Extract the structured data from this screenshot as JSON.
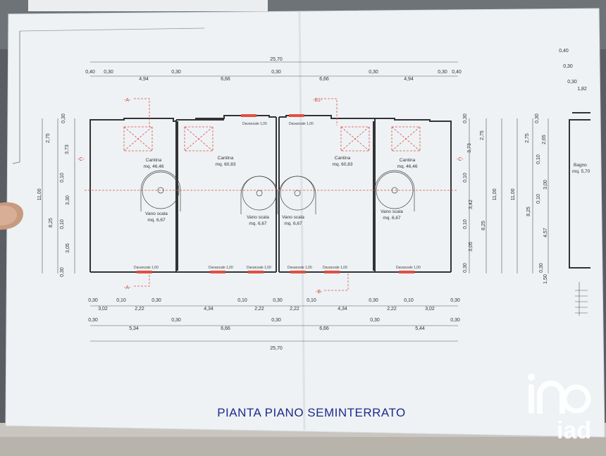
{
  "title": "PIANTA PIANO SEMINTERRATO",
  "watermark": {
    "text": "iad",
    "monogram": "i"
  },
  "colors": {
    "paper": "#eef2f5",
    "title_blue": "#1f2a8a",
    "section_red": "#e05040",
    "background": "#5a5d61"
  },
  "total_width": "25,70",
  "total_depth": "11,00",
  "top_dims": [
    "0,40",
    "0,30",
    "4,94",
    "0,30",
    "6,66",
    "0,30",
    "6,66",
    "0,30",
    "4,94",
    "0,30",
    "0,40"
  ],
  "bottom_row1": [
    "0,30",
    "3,02",
    "0,10",
    "2,22",
    "0,30",
    "4,34",
    "0,10",
    "2,22",
    "0,30",
    "2,22",
    "0,10",
    "4,34",
    "0,30",
    "2,22",
    "0,10",
    "3,02",
    "0,30"
  ],
  "bottom_row2": [
    "0,30",
    "5,34",
    "0,30",
    "6,66",
    "0,30",
    "6,66",
    "0,30",
    "5,44",
    "0,30"
  ],
  "left_dims": [
    "0,30",
    "2,75",
    "3,73",
    "0,10",
    "3,30",
    "0,10",
    "3,05",
    "0,30",
    "8,25",
    "11,00"
  ],
  "right_dims": [
    "0,30",
    "3,73",
    "2,75",
    "0,10",
    "3,42",
    "0,10",
    "3,05",
    "0,30",
    "8,25",
    "11,00"
  ],
  "side_dims": [
    "0,30",
    "2,75",
    "2,65",
    "0,10",
    "3,00",
    "0,10",
    "4,57",
    "0,30",
    "1,50",
    "8,25",
    "11,00"
  ],
  "side_top": [
    "0,40",
    "0,30",
    "0,30",
    "1,82"
  ],
  "side_room": {
    "name": "Bagno",
    "area": "mq. 5,70"
  },
  "rooms": [
    {
      "name": "Cantina",
      "area": "mq. 46,46"
    },
    {
      "name": "Cantina",
      "area": "mq. 60,83"
    },
    {
      "name": "Cantina",
      "area": "mq. 60,83"
    },
    {
      "name": "Cantina",
      "area": "mq. 46,46"
    }
  ],
  "stairs": [
    {
      "name": "Vano scala",
      "area": "mq. 6,67"
    },
    {
      "name": "Vano scala",
      "area": "mq. 6,67"
    },
    {
      "name": "Vano scala",
      "area": "mq. 6,67"
    },
    {
      "name": "Vano scala",
      "area": "mq. 6,67"
    }
  ],
  "sections": {
    "a": "-A-",
    "b": "-B-",
    "b1": "-B1-",
    "c": "-C-"
  },
  "window_label": "Davanzale 1,00"
}
